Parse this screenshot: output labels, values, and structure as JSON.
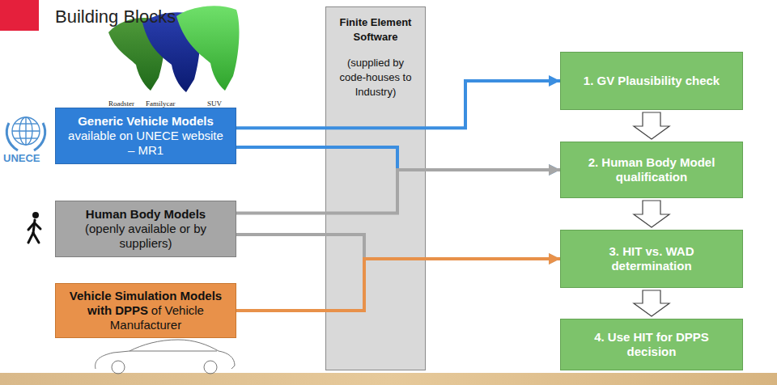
{
  "diagram": {
    "title": "Building Blocks",
    "nodes": [
      {
        "text": [
          "Generic Vehicle Models",
          "available on UNECE website – MR1"
        ]
      },
      {
        "text": [
          "Human Body Models",
          "(openly available or by suppliers)"
        ]
      },
      {
        "text": [
          "Vehicle Simulation Models with DPPS",
          "of Vehicle Manufacturer"
        ]
      },
      {
        "text": [
          "Finite Element Software",
          "(supplied by code-houses to Industry)"
        ]
      },
      {
        "text": [
          "1. GV Plausibility check"
        ]
      },
      {
        "text": [
          "2. Human Body Model qualification"
        ]
      },
      {
        "text": [
          "3. HIT vs. WAD determination"
        ]
      },
      {
        "text": [
          "4. Use HIT for DPPS decision"
        ]
      }
    ],
    "edges": [
      {
        "from": 0,
        "to": 4,
        "arrow": "to"
      },
      {
        "from": 0,
        "to": 5,
        "arrow": "to"
      },
      {
        "from": 1,
        "to": 5,
        "arrow": "to"
      },
      {
        "from": 1,
        "to": 6,
        "arrow": "to"
      },
      {
        "from": 2,
        "to": 6,
        "arrow": "to"
      },
      {
        "from": 4,
        "to": 5,
        "arrow": "to"
      },
      {
        "from": 5,
        "to": 6,
        "arrow": "to"
      },
      {
        "from": 6,
        "to": 7,
        "arrow": "to"
      }
    ],
    "labels": [
      "Roadster",
      "Familycar",
      "SUV",
      "UNECE"
    ]
  }
}
